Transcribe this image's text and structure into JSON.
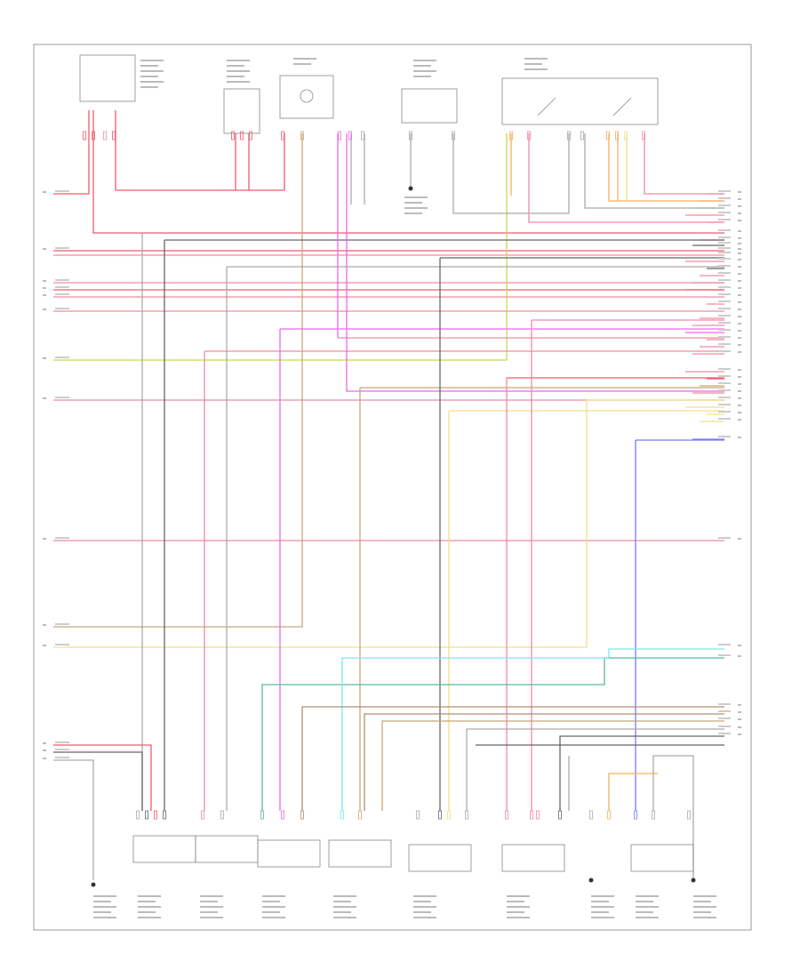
{
  "diagram": {
    "type": "wiring-diagram",
    "border_color": "#999999",
    "corner_code": "",
    "wire_colors": {
      "pink": "#f28aa0",
      "red": "#f05a6e",
      "violet": "#ee66ee",
      "yellow": "#f0e08a",
      "olive": "#c8d850",
      "orange": "#f5b060",
      "tan": "#c8a878",
      "brown": "#b09070",
      "gray": "#aaaaaa",
      "dark": "#666666",
      "blue": "#7a7aee",
      "cyan": "#7ae6ee",
      "teal": "#55bba0"
    },
    "components": [
      {
        "id": "top-relay-1",
        "label": ""
      },
      {
        "id": "top-module-2",
        "label": ""
      },
      {
        "id": "top-sensor-3",
        "label": ""
      },
      {
        "id": "top-switch-4",
        "label": ""
      },
      {
        "id": "top-switch-5",
        "label": ""
      },
      {
        "id": "bottom-ground-1",
        "label": ""
      },
      {
        "id": "bottom-sensor-2",
        "label": ""
      },
      {
        "id": "bottom-sensor-3",
        "label": ""
      },
      {
        "id": "bottom-sensor-4",
        "label": ""
      },
      {
        "id": "bottom-sensor-5",
        "label": ""
      },
      {
        "id": "bottom-sensor-6",
        "label": ""
      },
      {
        "id": "bottom-sensor-7",
        "label": ""
      },
      {
        "id": "bottom-ground-8",
        "label": ""
      },
      {
        "id": "bottom-sensor-9",
        "label": ""
      },
      {
        "id": "bottom-ground-10",
        "label": ""
      }
    ]
  }
}
